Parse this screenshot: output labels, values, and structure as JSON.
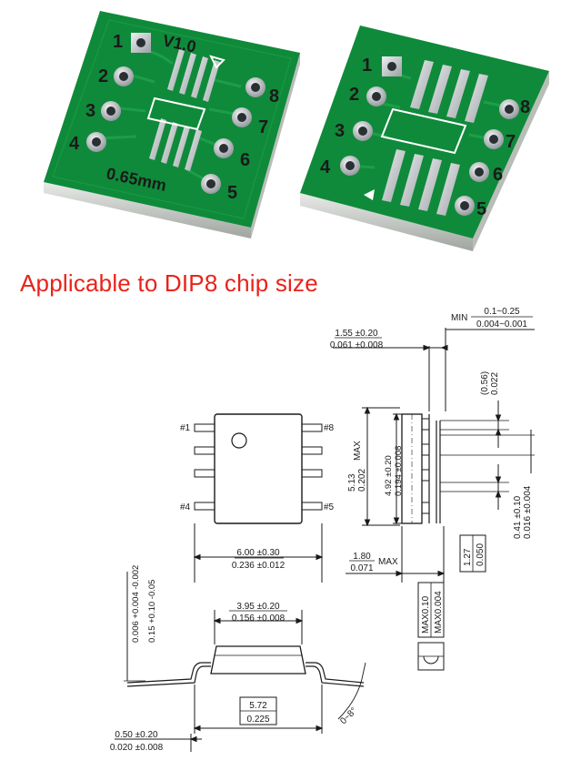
{
  "photo": {
    "board_left": {
      "version_label": "V1.0",
      "pitch_label": "0.65mm",
      "pin_numbers": [
        "1",
        "2",
        "3",
        "4",
        "5",
        "6",
        "7",
        "8"
      ]
    },
    "board_right": {
      "pin_numbers": [
        "1",
        "2",
        "3",
        "4",
        "5",
        "6",
        "7",
        "8"
      ]
    },
    "colors": {
      "pcb_green": "#0f8a3a",
      "pad_silver": "#c9cdd0",
      "silkscreen": "#ffffff"
    }
  },
  "caption": "Applicable to DIP8 chip size",
  "drawing": {
    "top_view": {
      "pin_labels": {
        "p1": "#1",
        "p8": "#8",
        "p4": "#4",
        "p5": "#5"
      },
      "body_length": {
        "mm": "4.92 ±0.20",
        "inch": "0.194 ±0.008"
      },
      "overall_length": {
        "mm": "5.13",
        "inch": "0.202",
        "suffix": "MAX"
      },
      "width": {
        "mm": "6.00 ±0.30",
        "inch": "0.236 ±0.012"
      }
    },
    "side_view": {
      "standoff": {
        "prefix": "MIN",
        "mm": "0.1~0.25",
        "inch": "0.004~0.001"
      },
      "lead_span": {
        "mm": "1.55 ±0.20",
        "inch": "0.061 ±0.008"
      },
      "lead_width": {
        "mm": "(0.56)",
        "inch": "0.022"
      },
      "lead_thickness": {
        "mm": "0.41 ±0.10",
        "inch": "0.016 ±0.004"
      },
      "height": {
        "mm": "1.80",
        "inch": "0.071",
        "suffix": "MAX"
      },
      "pitch": {
        "mm": "1.27",
        "inch": "0.050"
      },
      "coplanarity": {
        "mm": "MAX0.10",
        "inch": "MAX0.004"
      }
    },
    "end_view": {
      "lead_thick": {
        "mm": "0.15 +0.10 -0.05",
        "inch": "0.006 +0.004 -0.002"
      },
      "body_width": {
        "mm": "3.95 ±0.20",
        "inch": "0.156 ±0.008"
      },
      "lead_span": {
        "mm": "5.72",
        "inch": "0.225"
      },
      "lead_length": {
        "mm": "0.50 ±0.20",
        "inch": "0.020 ±0.008"
      },
      "angle": "0~8°"
    }
  }
}
